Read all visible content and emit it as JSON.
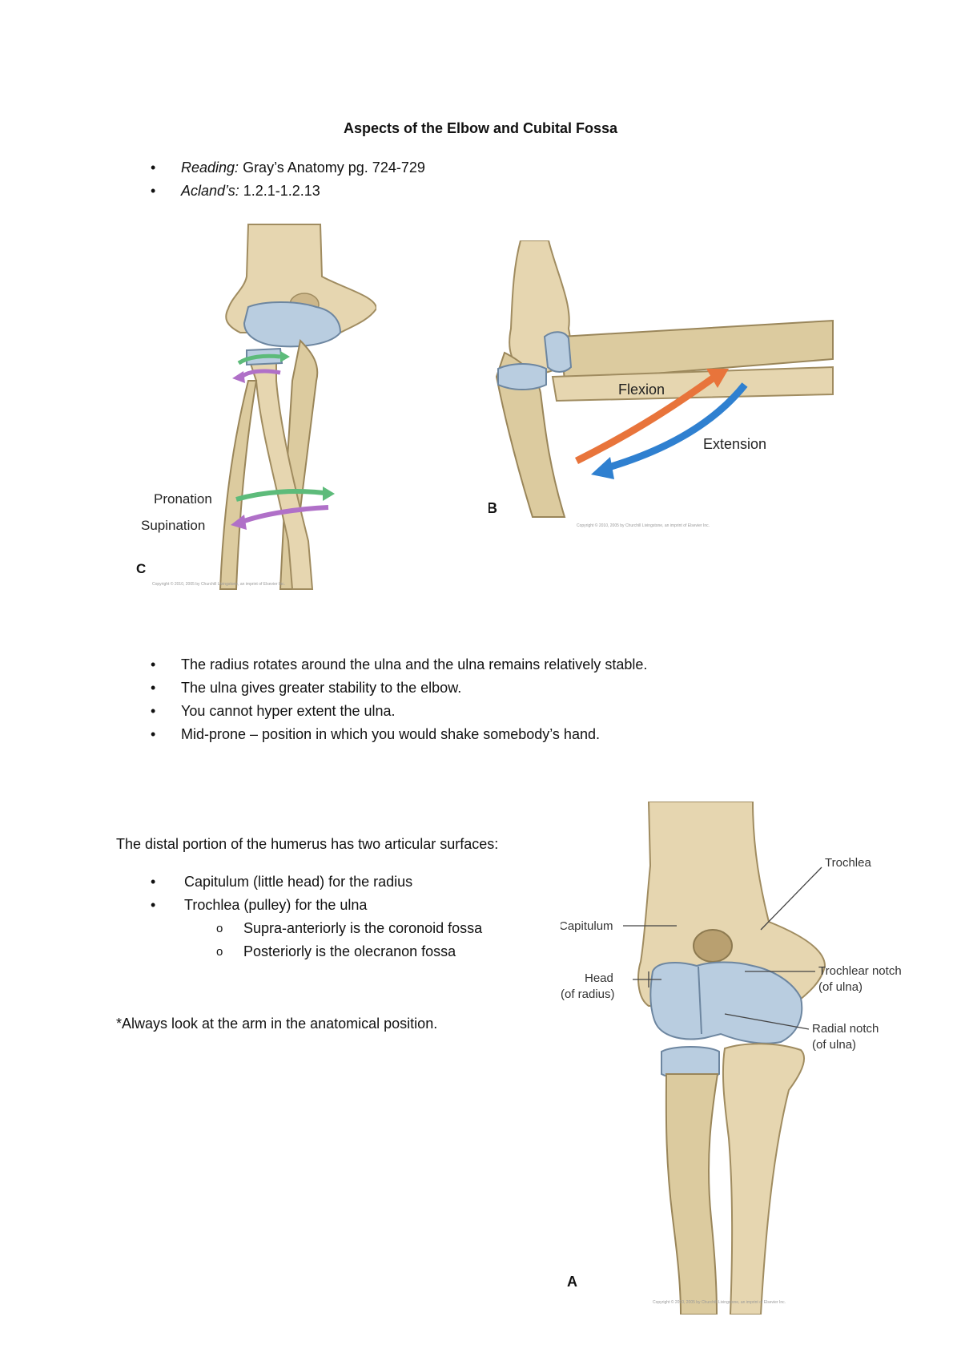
{
  "title": "Aspects of the Elbow and Cubital Fossa",
  "reading": {
    "label": "Reading:",
    "text": " Gray’s Anatomy pg. 724-729"
  },
  "acland": {
    "label": "Acland’s:",
    "text": " 1.2.1-1.2.13"
  },
  "figure_c": {
    "letter": "C",
    "pronation": "Pronation",
    "supination": "Supination",
    "copyright": "Copyright © 2010, 2005 by Churchill Livingstone, an imprint of Elsevier Inc."
  },
  "figure_b": {
    "letter": "B",
    "flexion": "Flexion",
    "extension": "Extension",
    "copyright": "Copyright © 2010, 2005 by Churchill Livingstone, an imprint of Elsevier Inc.",
    "colors": {
      "flexion_arrow": "#e8743b",
      "extension_arrow": "#2f80d0"
    }
  },
  "bullets": [
    "The radius rotates around the ulna and the ulna remains relatively stable.",
    "The ulna gives greater stability to the elbow.",
    "You cannot hyper extent the ulna.",
    "Mid-prone – position in which you would shake somebody’s hand."
  ],
  "humerus_intro": "The distal portion of the humerus has two articular surfaces:",
  "surfaces": {
    "capitulum": "Capitulum (little head) for the radius",
    "trochlea": "Trochlea (pulley) for the ulna",
    "sub": [
      "Supra-anteriorly is the coronoid fossa",
      "Posteriorly is the olecranon fossa"
    ]
  },
  "note": "*Always look at the arm in the anatomical position.",
  "figure_a": {
    "letter": "A",
    "trochlea": "Trochlea",
    "capitulum": "Capitulum",
    "head_line1": "Head",
    "head_line2": "(of radius)",
    "trochlear_notch_line1": "Trochlear notch",
    "trochlear_notch_line2": "(of ulna)",
    "radial_notch_line1": "Radial notch",
    "radial_notch_line2": "(of ulna)",
    "copyright": "Copyright © 2010, 2005 by Churchill Livingstone, an imprint of Elsevier Inc."
  },
  "colors": {
    "pronation_arrow": "#5dbb7a",
    "supination_arrow": "#b070c8",
    "bone": "#e6d6b0",
    "cartilage": "#b9cde0"
  }
}
